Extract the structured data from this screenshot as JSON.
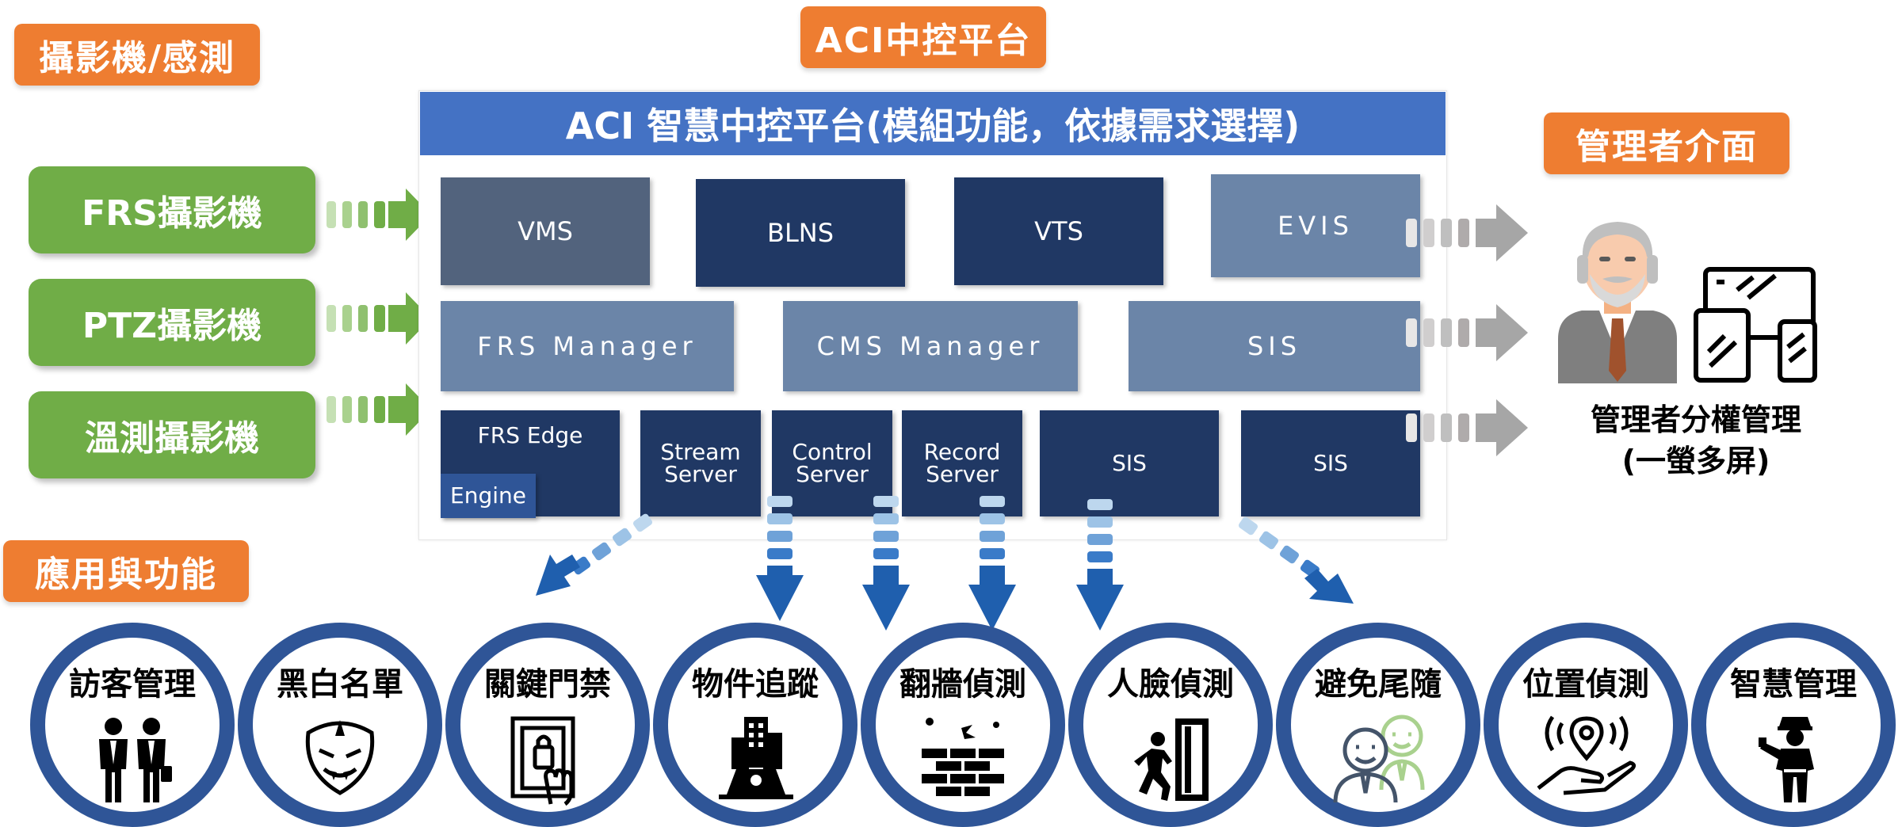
{
  "labels": {
    "cameras": "攝影機/感測",
    "platform": "ACI中控平台",
    "admin_ui": "管理者介面",
    "apps": "應用與功能"
  },
  "banner": "ACI 智慧中控平台(模組功能，依據需求選擇)",
  "cameras": [
    "FRS攝影機",
    "PTZ攝影機",
    "溫測攝影機"
  ],
  "modules": {
    "row1": [
      "VMS",
      "BLNS",
      "VTS",
      "EVIS"
    ],
    "row2": [
      "FRS Manager",
      "CMS Manager",
      "SIS"
    ],
    "row3": {
      "frs_edge": "FRS Edge",
      "engine": "Engine",
      "stream_1": "Stream",
      "stream_2": "Server",
      "control_1": "Control",
      "control_2": "Server",
      "record_1": "Record",
      "record_2": "Server",
      "sis_a": "SIS",
      "sis_b": "SIS"
    }
  },
  "admin": {
    "line1": "管理者分權管理",
    "line2": "(一螢多屏)"
  },
  "apps": [
    "訪客管理",
    "黑白名單",
    "關鍵門禁",
    "物件追蹤",
    "翻牆偵測",
    "人臉偵測",
    "避免尾隨",
    "位置偵測",
    "智慧管理"
  ],
  "icons": [
    "visitors-icon",
    "vampire-face-icon",
    "door-lock-icon",
    "building-location-icon",
    "brick-wall-icon",
    "person-door-icon",
    "two-faces-icon",
    "location-hand-icon",
    "police-officer-icon"
  ],
  "colors": {
    "orange": "#ee7d31",
    "green": "#70ad47",
    "banner_blue": "#4472c4",
    "module_dark": "#203864",
    "module_light": "#6b85a8",
    "arrow_blue": "#1f5fae",
    "circle_blue": "#2f5597"
  }
}
